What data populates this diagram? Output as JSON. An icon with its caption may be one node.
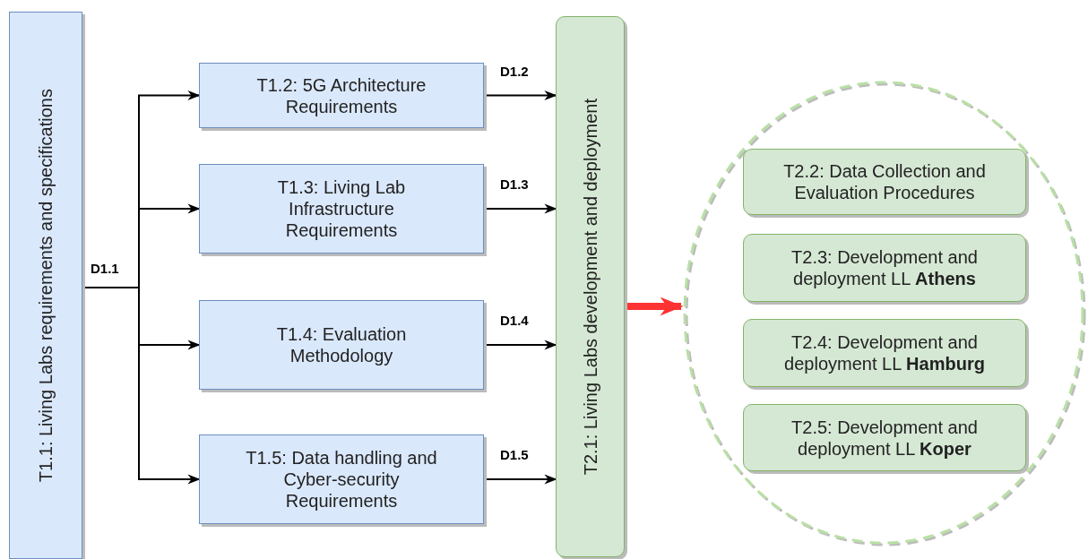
{
  "diagram": {
    "nodes": [
      {
        "text": [
          "T1.1: Living Labs requirements and specifications"
        ]
      },
      {
        "text": [
          "T1.2: 5G Architecture Requirements"
        ]
      },
      {
        "text": [
          "T1.3: Living Lab Infrastructure Requirements"
        ]
      },
      {
        "text": [
          "T1.4: Evaluation Methodology"
        ]
      },
      {
        "text": [
          "T1.5: Data handling and Cyber-security Requirements"
        ]
      },
      {
        "text": [
          "T2.1: Living Labs development and deployment"
        ]
      },
      {
        "text": [],
        "shape": "ellipse"
      },
      {
        "text": [
          "T2.2: Data Collection and Evaluation Procedures"
        ],
        "in": 6
      },
      {
        "text": [
          "T2.3: Development and deployment LL **Athens**"
        ],
        "in": 6
      },
      {
        "text": [
          "T2.4: Development and deployment LL **Hamburg**"
        ],
        "in": 6
      },
      {
        "text": [
          "T2.5: Development and deployment LL **Koper**"
        ],
        "in": 6
      }
    ],
    "edges": [
      {
        "from": 0,
        "to": 1,
        "arrow": "to"
      },
      {
        "from": 0,
        "to": 2,
        "arrow": "to"
      },
      {
        "from": 0,
        "to": 3,
        "arrow": "to"
      },
      {
        "from": 0,
        "to": 4,
        "arrow": "to"
      },
      {
        "from": 1,
        "to": 5,
        "arrow": "to",
        "label": "D1.2"
      },
      {
        "from": 2,
        "to": 5,
        "arrow": "to",
        "label": "D1.3"
      },
      {
        "from": 3,
        "to": 5,
        "arrow": "to",
        "label": "D1.4"
      },
      {
        "from": 4,
        "to": 5,
        "arrow": "to",
        "label": "D1.5"
      },
      {
        "from": 5,
        "to": 6,
        "arrow": "to",
        "style": "thick",
        "color": "#ff3333"
      }
    ],
    "labels": [
      "D1.1"
    ]
  }
}
